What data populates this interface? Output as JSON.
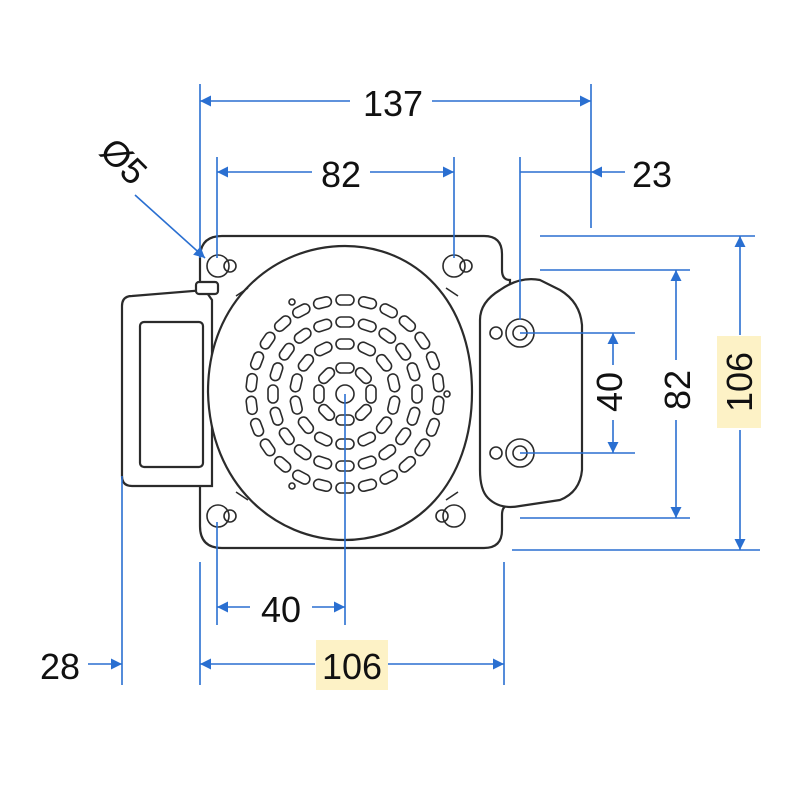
{
  "dimensions": {
    "overall_width": "137",
    "mount_width_top": "82",
    "side_offset": "23",
    "hole_diameter": "Ø5",
    "hole_spacing_vertical": "40",
    "mount_height": "82",
    "overall_height": "106",
    "bottom_spacing": "40",
    "left_offset": "28",
    "base_width": "106"
  },
  "colors": {
    "dimension_line": "#2a6fd1",
    "highlight_box": "#fdf2c6",
    "outline": "#2b2b2b"
  }
}
